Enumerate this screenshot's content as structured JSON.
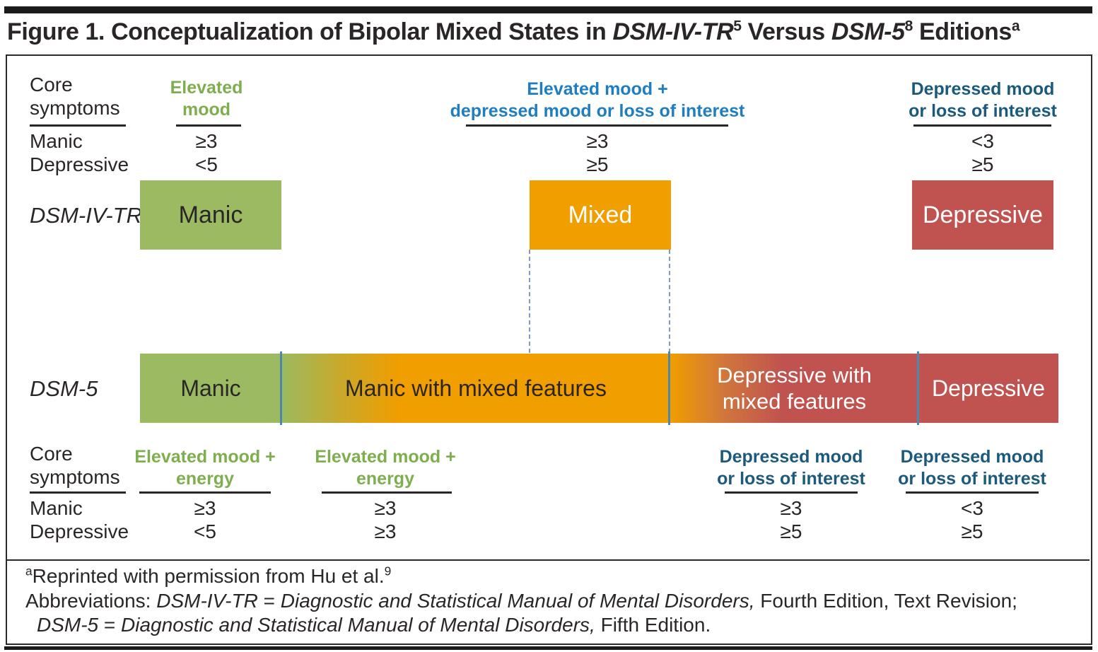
{
  "title": {
    "lead": "Figure 1. Conceptualization of Bipolar Mixed States in ",
    "dsm4": "DSM-IV-TR",
    "sup4": "5",
    "versus": " Versus ",
    "dsm5": "DSM-5",
    "sup5": "8",
    "tail": " Editions",
    "sup_a": "a"
  },
  "top_table": {
    "header": {
      "l1": "Core",
      "l2": "symptoms"
    },
    "rows": [
      "Manic",
      "Depressive"
    ],
    "cols": [
      {
        "h1": "Elevated",
        "h2": "mood",
        "manic": "≥3",
        "depressive": "<5"
      },
      {
        "h1": "Elevated mood +",
        "h2": "depressed mood or loss of interest",
        "manic": "≥3",
        "depressive": "≥5"
      },
      {
        "h1": "Depressed mood",
        "h2": "or loss of interest",
        "manic": "<3",
        "depressive": "≥5"
      }
    ]
  },
  "dsm_iv_tr": {
    "label": "DSM-IV-TR",
    "boxes": [
      {
        "label": "Manic"
      },
      {
        "label": "Mixed"
      },
      {
        "label": "Depressive"
      }
    ]
  },
  "dsm_5": {
    "label": "DSM-5",
    "segments": [
      {
        "label": "Manic"
      },
      {
        "label": "Manic with mixed features"
      },
      {
        "l1": "Depressive with",
        "l2": "mixed features"
      },
      {
        "label": "Depressive"
      }
    ]
  },
  "bottom_table": {
    "header": {
      "l1": "Core",
      "l2": "symptoms"
    },
    "rows": [
      "Manic",
      "Depressive"
    ],
    "cols": [
      {
        "h1": "Elevated mood +",
        "h2": "energy",
        "manic": "≥3",
        "depressive": "<5"
      },
      {
        "h1": "Elevated mood +",
        "h2": "energy",
        "manic": "≥3",
        "depressive": "≥3"
      },
      {
        "h1": "Depressed mood",
        "h2": "or loss of interest",
        "manic": "≥3",
        "depressive": "≥5"
      },
      {
        "h1": "Depressed mood",
        "h2": "or loss of interest",
        "manic": "<3",
        "depressive": "≥5"
      }
    ]
  },
  "footnotes": {
    "line1": {
      "sup": "a",
      "text": "Reprinted with permission from Hu et al.",
      "ref": "9"
    },
    "line2": {
      "lead": "Abbreviations: ",
      "term": "DSM-IV-TR",
      "eq": " = ",
      "book": "Diagnostic and Statistical Manual of Mental Disorders,",
      "tail": " Fourth Edition, Text Revision;"
    },
    "line3": {
      "term": "DSM-5",
      "eq": " = ",
      "book": "Diagnostic and Statistical Manual of Mental Disorders,",
      "tail": " Fifth Edition."
    }
  },
  "colors": {
    "green": "#9BBA61",
    "orange": "#F09E00",
    "red": "#C05350",
    "green_text": "#7EAE4E",
    "blue_text": "#1F7DC1",
    "dark_blue_text": "#1B5A7D",
    "divider_blue": "#4E86AC",
    "dashed_blue": "#7A9CC6"
  }
}
